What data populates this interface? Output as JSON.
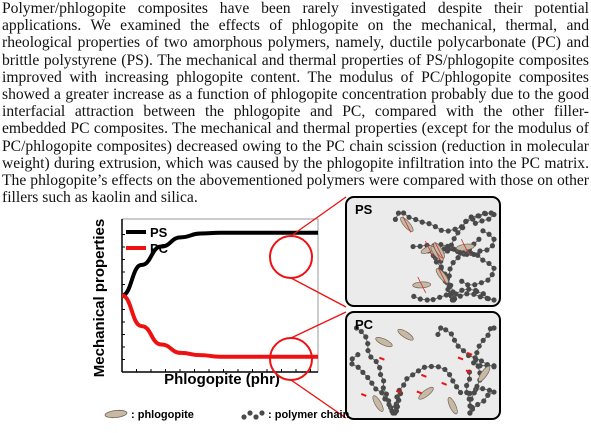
{
  "abstract": {
    "text": "Polymer/phlogopite composites have been rarely investigated despite their potential applications. We examined the effects of phlogopite on the mechanical, thermal, and rheological properties of two amorphous polymers, namely, ductile polycarbonate (PC) and brittle polystyrene (PS). The mechanical and thermal properties of PS/phlogopite composites improved with increasing phlogopite content. The modulus of PC/phlogopite composites showed a greater increase as a function of phlogopite concentration probably due to the good interfacial attraction between the phlogopite and PC, compared with the other filler-embedded PC composites. The mechanical and thermal properties (except for the modulus of PC/phlogopite composites) decreased owing to the PC chain scission (reduction in molecular weight) during extrusion, which was caused by the phlogopite infiltration into the PC matrix. The phlogopite’s effects on the abovementioned polymers were compared with those on other fillers such as kaolin and silica."
  },
  "figure": {
    "ylabel": "Mechanical properties",
    "xlabel": "Phlogopite (phr)",
    "series_colors": {
      "PS": "#000000",
      "PC": "#ee1111"
    },
    "panel_ps_label": "PS",
    "panel_pc_label": "PC",
    "legend_phlogopite": ": phlogopite",
    "legend_chain": ": polymer chain"
  },
  "chart_data": {
    "type": "line",
    "xlabel": "Phlogopite (phr)",
    "ylabel": "Mechanical properties",
    "series": [
      {
        "name": "PS",
        "x": [
          0,
          0.1,
          0.2,
          0.3,
          0.4,
          0.5,
          0.6,
          0.8,
          1.0
        ],
        "values": [
          0.5,
          0.7,
          0.82,
          0.88,
          0.905,
          0.91,
          0.91,
          0.91,
          0.91
        ]
      },
      {
        "name": "PC",
        "x": [
          0,
          0.1,
          0.2,
          0.3,
          0.4,
          0.5,
          0.6,
          0.8,
          1.0
        ],
        "values": [
          0.5,
          0.3,
          0.18,
          0.125,
          0.11,
          0.1,
          0.1,
          0.1,
          0.1
        ]
      }
    ],
    "xlim": [
      0,
      1
    ],
    "ylim": [
      0,
      1
    ]
  }
}
